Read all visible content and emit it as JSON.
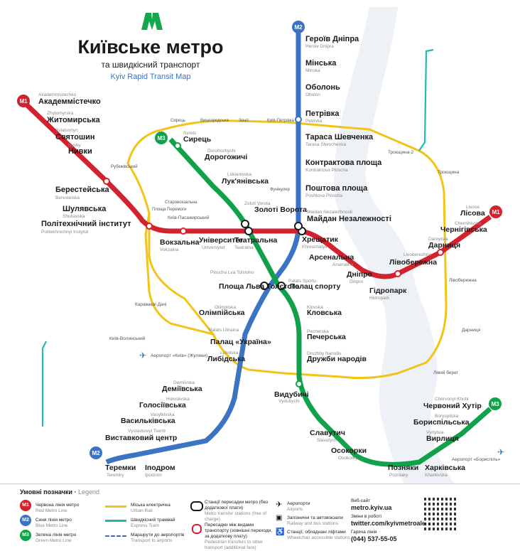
{
  "colors": {
    "red": "#d3212d",
    "blue": "#3a74c3",
    "green": "#10a24b",
    "yellow": "#f0c419",
    "logo_green": "#13a84e",
    "river": "#e9eef5"
  },
  "header": {
    "title": "Київське метро",
    "subtitle": "та швидкісний транспорт",
    "title_en": "Kyiv Rapid Transit Map"
  },
  "lines": {
    "m1": "M1",
    "m2": "M2",
    "m3": "M3"
  },
  "stations": {
    "akademmistechko": {
      "ua": "Академмістечко",
      "en": "Akademmistechko"
    },
    "zhytomyrska": {
      "ua": "Житомирська",
      "en": "Zhytomyrska"
    },
    "sviatoshyn": {
      "ua": "Святошин",
      "en": "Sviatoshyn"
    },
    "nyvky": {
      "ua": "Нивки",
      "en": "Nyvky"
    },
    "beresteiska": {
      "ua": "Берестейська",
      "en": "Beresteiska"
    },
    "shuliavska": {
      "ua": "Шулявська",
      "en": "Shuliavska"
    },
    "polytechnic": {
      "ua": "Політехнічний інститут",
      "en": "Politekhnichnyi Instytut"
    },
    "vokzalna": {
      "ua": "Вокзальна",
      "en": "Vokzalna"
    },
    "universytet": {
      "ua": "Університет",
      "en": "Universytet"
    },
    "teatralna": {
      "ua": "Театральна",
      "en": "Teatralna"
    },
    "khreshchatyk": {
      "ua": "Хрещатик",
      "en": "Khreschatyk"
    },
    "arsenalna": {
      "ua": "Арсенальна",
      "en": "Arsenalna"
    },
    "dnipro": {
      "ua": "Дніпро",
      "en": "Dnipro"
    },
    "hidropark": {
      "ua": "Гідропарк",
      "en": "Hidropark"
    },
    "livoberezhna": {
      "ua": "Лівобережна",
      "en": "Livoberezhna"
    },
    "darnytsia": {
      "ua": "Дарниця",
      "en": "Darnytsia"
    },
    "chernihivska": {
      "ua": "Чернігівська",
      "en": "Chernihivska"
    },
    "lisova": {
      "ua": "Лісова",
      "en": "Lisova"
    },
    "heroiv_dnipra": {
      "ua": "Героїв Дніпра",
      "en": "Heroiv Dnipra"
    },
    "minska": {
      "ua": "Мінська",
      "en": "Minska"
    },
    "obolon": {
      "ua": "Оболонь",
      "en": "Obolon"
    },
    "petrivka": {
      "ua": "Петрівка",
      "en": "Petrivka"
    },
    "tarasa": {
      "ua": "Тараса Шевченка",
      "en": "Tarasa Shevchenka"
    },
    "kontraktova": {
      "ua": "Контрактова площа",
      "en": "Kontraktova Ploscha"
    },
    "poshtova": {
      "ua": "Поштова площа",
      "en": "Poshtova Ploscha"
    },
    "maidan": {
      "ua": "Майдан Незалежності",
      "en": "Maidan Nezalezhnosti"
    },
    "lva_tolstoho": {
      "ua": "Площа Льва Толстого",
      "en": "Ploscha Lva Tolstoho"
    },
    "olimpiiska": {
      "ua": "Олімпійська",
      "en": "Olimpiiska"
    },
    "palats_ukraina": {
      "ua": "Палац «Україна»",
      "en": "Palats Ukraina"
    },
    "lybidska": {
      "ua": "Либідська",
      "en": "Lybidska"
    },
    "demiivska": {
      "ua": "Деміївська",
      "en": "Demiivska"
    },
    "holosiivska": {
      "ua": "Голосіївська",
      "en": "Holosiivska"
    },
    "vasylkivska": {
      "ua": "Васильківська",
      "en": "Vasylkivska"
    },
    "vystavkovyi": {
      "ua": "Виставковий центр",
      "en": "Vystavkovyi Tsentr"
    },
    "ipodrom": {
      "ua": "Іподром",
      "en": "Ipodrom"
    },
    "teremky": {
      "ua": "Теремки",
      "en": "Teremky"
    },
    "syrets": {
      "ua": "Сирець",
      "en": "Syrets"
    },
    "dorohozhychi": {
      "ua": "Дорогожичі",
      "en": "Dorohozhychi"
    },
    "lukianivska": {
      "ua": "Лук'янівська",
      "en": "Lukianivska"
    },
    "zoloti_vorota": {
      "ua": "Золоті Ворота",
      "en": "Zoloti Vorota"
    },
    "palats_sportu": {
      "ua": "Палац спорту",
      "en": "Palats Sportu"
    },
    "klovska": {
      "ua": "Кловська",
      "en": "Klovska"
    },
    "pecherska": {
      "ua": "Печерська",
      "en": "Pecherska"
    },
    "druzhby": {
      "ua": "Дружби народів",
      "en": "Druzhby Narodiv"
    },
    "vydubychi": {
      "ua": "Видубичі",
      "en": "Vydubychi"
    },
    "slavutych": {
      "ua": "Славутич",
      "en": "Slavutych"
    },
    "osokorky": {
      "ua": "Осокорки",
      "en": "Osokorky"
    },
    "pozniaky": {
      "ua": "Позняки",
      "en": "Pozniaky"
    },
    "kharkivska": {
      "ua": "Харківська",
      "en": "Kharkivska"
    },
    "vyrlytsia": {
      "ua": "Вирлиця",
      "en": "Vyrlytsia"
    },
    "boryspilska": {
      "ua": "Бориспільська",
      "en": "Boryspilska"
    },
    "chervonyi_khutir": {
      "ua": "Червоний Хутір",
      "en": "Chervonyi Khutir"
    }
  },
  "rail_stops": {
    "kyiv_petrivka": "Київ-Петрівка",
    "vyshhorodska": "Вишгородська",
    "zenit": "Зеніт",
    "syrets": "Сирець",
    "rubezhivskyi": "Рубежівський",
    "starovokzalna": "Старовокзальна",
    "ploshcha_peremohy": "Площа Перемоги",
    "kyiv_pasazhyrskyi": "Київ-Пасажирський",
    "karavaievi": "Караваєві Дачі",
    "kyiv_volynskyi": "Київ-Волинський",
    "troieshchyna": "Троєщина",
    "troieshchyna2": "Троєщина-2",
    "darnytsia": "Дарниця",
    "livoberezhna": "Лівобережна",
    "lyvyi_bereh": "Лівий берег",
    "funikuler": "Фунікулер"
  },
  "airports": {
    "zhuliany": "Аеропорт «Київ» (Жуляни)",
    "boryspil": "Аеропорт «Бориспіль»"
  },
  "legend": {
    "title": "Умовні позначки",
    "title_en": "Legend",
    "red_line": "Червона лінія метро",
    "red_line_en": "Red Metro Line",
    "blue_line": "Синя лінія метро",
    "blue_line_en": "Blue Metro Line",
    "green_line": "Зелена лінія метро",
    "green_line_en": "Green Metro Line",
    "city_rail": "Міська електричка",
    "city_rail_en": "Urban Rail",
    "express_tram": "Швидкісний трамвай",
    "express_tram_en": "Express Tram",
    "airport_routes": "Маршрути до аеропортів",
    "airport_routes_en": "Transport to airports",
    "transfer_free": "Станції пересадки метро (без додаткової плати)",
    "transfer_free_en": "Metro transfer stations (free of charge)",
    "transfer_paid": "Пересадки між видами транспорту (зовнішні переходи, за додаткову плату)",
    "transfer_paid_en": "Pedestrian transfers to other transport (additional fare)",
    "airports": "Аеропорти",
    "airports_en": "Airports",
    "rail_stations": "Залізничні та автовокзали",
    "rail_stations_en": "Railway and bus stations",
    "wheelchair": "Станції, обладнані ліфтами",
    "wheelchair_en": "Wheelchair accessible stations",
    "website_label": "Веб-сайт",
    "website": "metro.kyiv.ua",
    "changes_label": "Зміни в роботі",
    "twitter": "twitter.com/kyivmetroalerts",
    "hotline_label": "Гаряча лінія",
    "hotline": "(044) 537-55-05"
  }
}
